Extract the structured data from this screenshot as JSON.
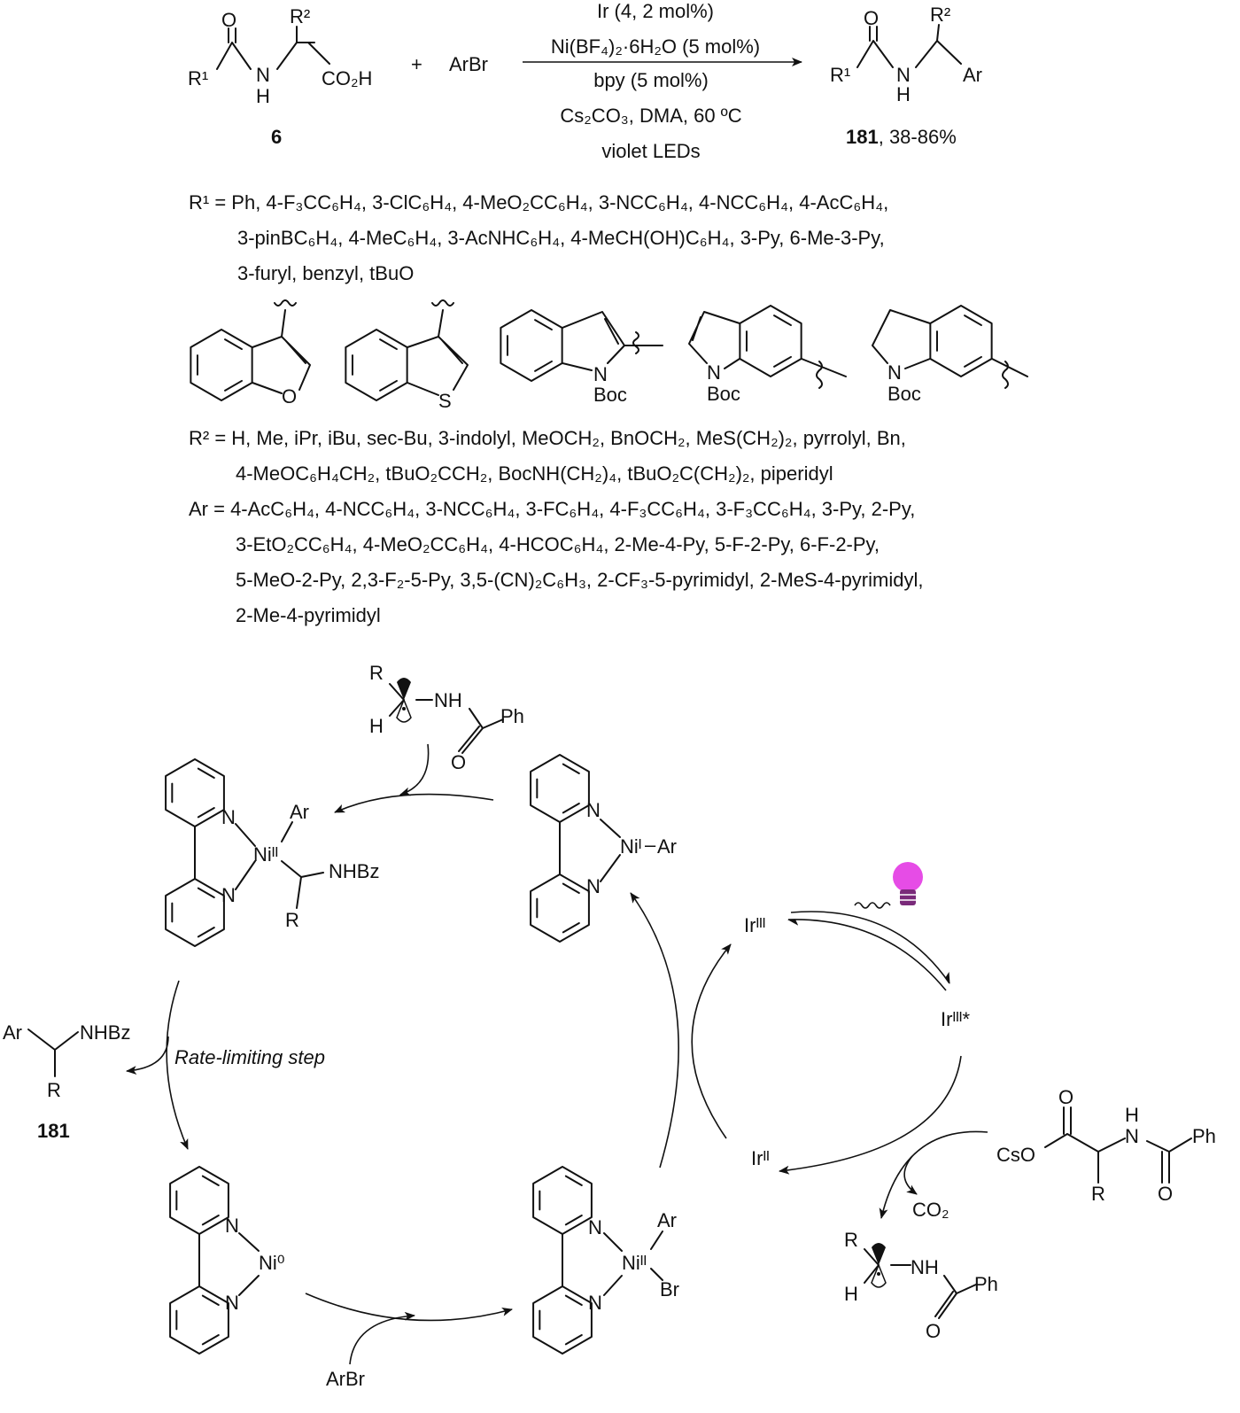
{
  "reaction": {
    "reactant_acid": {
      "O": "O",
      "R1": "R¹",
      "N": "N",
      "H": "H",
      "R2": "R²",
      "CO2H": "CO₂H",
      "label": "6"
    },
    "plus": "+",
    "aryl_bromide": "ArBr",
    "conditions": [
      "Ir (4, 2 mol%)",
      "Ni(BF₄)₂·6H₂O (5 mol%)",
      "bpy (5 mol%)",
      "Cs₂CO₃, DMA, 60 ºC",
      "violet LEDs"
    ],
    "product": {
      "O": "O",
      "R1": "R¹",
      "N": "N",
      "H": "H",
      "R2": "R²",
      "Ar": "Ar",
      "label": "181",
      "yield": ", 38-86%"
    }
  },
  "scope": {
    "r1_lines": [
      "R¹ = Ph, 4-F₃CC₆H₄, 3-ClC₆H₄, 4-MeO₂CC₆H₄, 3-NCC₆H₄, 4-NCC₆H₄, 4-AcC₆H₄,",
      "3-pinBC₆H₄, 4-MeC₆H₄, 3-AcNHC₆H₄, 4-MeCH(OH)C₆H₄, 3-Py, 6-Me-3-Py,",
      "3-furyl, benzyl, tBuO"
    ],
    "heterocycles": {
      "O": "O",
      "S": "S",
      "N": "N",
      "Boc": "Boc"
    },
    "r2_lines": [
      "R² = H, Me, iPr, iBu, sec-Bu, 3-indolyl, MeOCH₂, BnOCH₂, MeS(CH₂)₂, pyrrolyl, Bn,",
      "4-MeOC₆H₄CH₂, tBuO₂CCH₂, BocNH(CH₂)₄, tBuO₂C(CH₂)₂, piperidyl"
    ],
    "ar_lines": [
      "Ar = 4-AcC₆H₄, 4-NCC₆H₄, 3-NCC₆H₄, 3-FC₆H₄, 4-F₃CC₆H₄, 3-F₃CC₆H₄, 3-Py, 2-Py,",
      "3-EtO₂CC₆H₄, 4-MeO₂CC₆H₄, 4-HCOC₆H₄, 2-Me-4-Py, 5-F-2-Py, 6-F-2-Py,",
      "5-MeO-2-Py, 2,3-F₂-5-Py, 3,5-(CN)₂C₆H₃, 2-CF₃-5-pyrimidyl, 2-MeS-4-pyrimidyl,",
      "2-Me-4-pyrimidyl"
    ]
  },
  "cycle": {
    "radical": {
      "R": "R",
      "H": "H",
      "NH": "NH",
      "Ph": "Ph",
      "O": "O"
    },
    "ni2_alkyl": {
      "N": "N",
      "Ni": "Niᴵᴵ",
      "Ar": "Ar",
      "NHBz": "NHBz",
      "R": "R"
    },
    "ni1_aryl": {
      "N": "N",
      "Ni": "Niᴵ",
      "dash": "–",
      "Ar": "Ar"
    },
    "ni0": {
      "N": "N",
      "Ni": "Ni⁰"
    },
    "ni2_bromide": {
      "N": "N",
      "Ni": "Niᴵᴵ",
      "Ar": "Ar",
      "Br": "Br"
    },
    "arbr": "ArBr",
    "product": {
      "Ar": "Ar",
      "NHBz": "NHBz",
      "R": "R",
      "label": "181"
    },
    "rate_limiting": "Rate-limiting step",
    "ir_iii": "Irᴵᴵᴵ",
    "ir_iii_star": "Irᴵᴵᴵ*",
    "ir_ii": "Irᴵᴵ",
    "carboxylate": {
      "CsO": "CsO",
      "O1": "O",
      "H": "H",
      "N": "N",
      "Ph": "Ph",
      "R": "R",
      "O2": "O"
    },
    "co2": "CO₂",
    "bulb_color": "#e64ce6"
  }
}
